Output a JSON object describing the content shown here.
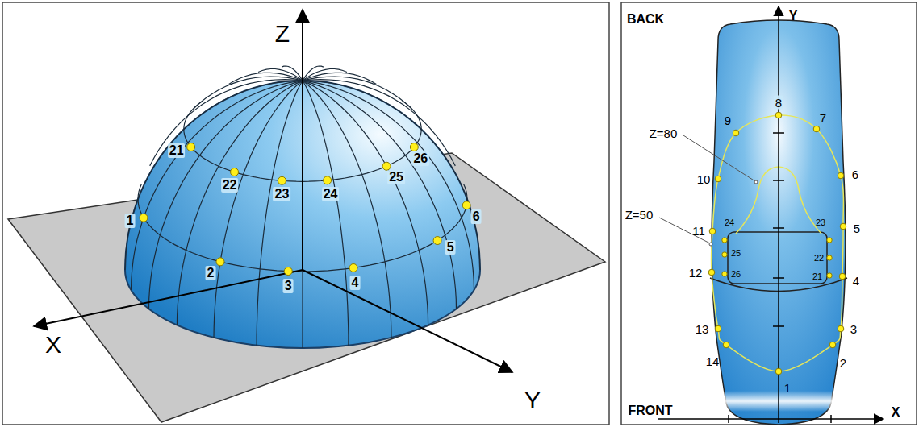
{
  "diagram": {
    "labels": [
      "Z",
      "X",
      "Y",
      "21",
      "22",
      "23",
      "24",
      "25",
      "26",
      "1",
      "2",
      "3",
      "4",
      "5",
      "6",
      "BACK",
      "Y",
      "FRONT",
      "X",
      "Z=80",
      "Z=50",
      "8",
      "7",
      "9",
      "6",
      "10",
      "5",
      "11",
      "24",
      "23",
      "25",
      "22",
      "12",
      "26",
      "21",
      "4",
      "13",
      "3",
      "14",
      "2",
      "1"
    ]
  }
}
